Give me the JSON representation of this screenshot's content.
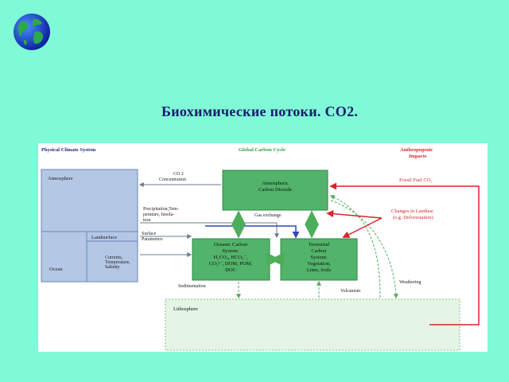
{
  "slide": {
    "title": "Биохимические  потоки. СО2."
  },
  "diagram": {
    "headers": {
      "physical": "Physical Climate System",
      "carbon": "Global Carbon Cycle",
      "anthro_line1": "Anthropogenic",
      "anthro_line2": "Impacts"
    },
    "boxes": {
      "atmosphere": "Atmosphere",
      "landsurface": "Landsurface",
      "ocean": "Ocean",
      "atm_carbon_line1": "Atmospheric",
      "atm_carbon_line2": "Carbon Dioxide",
      "ocean_carbon": [
        "Oceanic Carbon",
        "System:",
        "H₂CO₃, HCO₃⁻,",
        "CO₃²⁻, DOM, POM,",
        "DOC"
      ],
      "terr_carbon": [
        "Terrestrial",
        "Carbon",
        "System:",
        "Vegetation,",
        "Litter, Soils"
      ],
      "lithosphere": "Lithosphere"
    },
    "labels": {
      "co2_conc_line1": "CO 2",
      "co2_conc_line2": "Concentration",
      "precip": [
        "Precipitation,Tem-",
        "perature, Insola-",
        "tion"
      ],
      "surface": [
        "Surface",
        "Parameters"
      ],
      "currents": [
        "Currents,",
        "Temperature,",
        "Salinity"
      ],
      "gas_exchange": "Gas exchange",
      "sedimentation": "Sedimentation",
      "volcanism": "Volcanism",
      "weathering": "Weathering",
      "fossil": "Fossil Fuel CO₂",
      "landuse_line1": "Changes in Landuse",
      "landuse_line2": "(e.g. Deforestation)"
    },
    "colors": {
      "blue_box": "#b4c8e6",
      "green_box": "#52b36a",
      "lithosphere_fill": "#e5f5e5",
      "red": "#d9242a",
      "green_header": "#2e9e4a",
      "blue_arrow": "#3344bb"
    }
  }
}
